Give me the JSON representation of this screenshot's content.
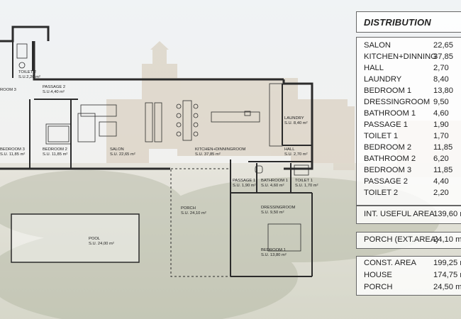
{
  "colors": {
    "sky": "#dfe6ec",
    "building": "#b9a687",
    "greenery": "#5f6b4d",
    "wall": "#2b2b2b",
    "panel_border": "#666666"
  },
  "floor_plan": {
    "rooms": [
      {
        "id": "toilet2",
        "name": "TOILET 2",
        "area": "S.U.2,20 m²"
      },
      {
        "id": "bedroom3-partial",
        "name": "ROOM 3",
        "area": ""
      },
      {
        "id": "passage2",
        "name": "PASSAGE 2",
        "area": "S.U.4,40 m²"
      },
      {
        "id": "bedroom3",
        "name": "BEDROOM 3",
        "area": "S.U. 11,85 m²"
      },
      {
        "id": "bedroom2",
        "name": "BEDROOM 2",
        "area": "S.U. 11,85 m²"
      },
      {
        "id": "salon",
        "name": "SALON",
        "area": "S.U. 22,65 m²"
      },
      {
        "id": "kitchen",
        "name": "KITCHEN+DINNINGROOM",
        "area": "S.U. 37,85 m²"
      },
      {
        "id": "laundry",
        "name": "LAUNDRY",
        "area": "S.U. 8,40 m²"
      },
      {
        "id": "hall",
        "name": "HALL",
        "area": "S.U. 2,70 m²"
      },
      {
        "id": "passage1",
        "name": "PASSAGE 1",
        "area": "S.U. 1,90 m²"
      },
      {
        "id": "bathroom1",
        "name": "BATHROOM 1",
        "area": "S.U. 4,60 m²"
      },
      {
        "id": "toilet1",
        "name": "TOILET 1",
        "area": "S.U. 1,70 m²"
      },
      {
        "id": "porch",
        "name": "PORCH",
        "area": "S.U. 24,10 m²"
      },
      {
        "id": "dressingroom",
        "name": "DRESSINGROOM",
        "area": "S.U. 9,50 m²"
      },
      {
        "id": "bedroom1",
        "name": "BEDROOM 1",
        "area": "S.U. 13,80 m²"
      },
      {
        "id": "pool",
        "name": "POOL",
        "area": "S.U. 24,00 m²"
      }
    ]
  },
  "distribution": {
    "title": "DISTRIBUTION",
    "rows": [
      {
        "name": "SALON",
        "value": "22,65"
      },
      {
        "name": "KITCHEN+DINNING",
        "value": "37,85"
      },
      {
        "name": "HALL",
        "value": "2,70"
      },
      {
        "name": "LAUNDRY",
        "value": "8,40"
      },
      {
        "name": "BEDROOM 1",
        "value": "13,80"
      },
      {
        "name": "DRESSINGROOM",
        "value": "9,50"
      },
      {
        "name": "BATHROOM 1",
        "value": "4,60"
      },
      {
        "name": "PASSAGE 1",
        "value": "1,90"
      },
      {
        "name": "TOILET 1",
        "value": "1,70"
      },
      {
        "name": "BEDROOM 2",
        "value": "11,85"
      },
      {
        "name": "BATHROOM 2",
        "value": "6,20"
      },
      {
        "name": "BEDROOM 3",
        "value": "11,85"
      },
      {
        "name": "PASSAGE 2",
        "value": "4,40"
      },
      {
        "name": "TOILET 2",
        "value": "2,20"
      }
    ],
    "useful_area": {
      "name": "INT. USEFUL AREA",
      "value": "139,60 m"
    },
    "porch_ext": {
      "name": "PORCH (EXT.AREA)",
      "value": "24,10 m"
    },
    "totals": [
      {
        "name": "CONST. AREA",
        "value": "199,25 m"
      },
      {
        "name": "HOUSE",
        "value": "174,75 m"
      },
      {
        "name": "PORCH",
        "value": "24,50 m"
      }
    ]
  }
}
